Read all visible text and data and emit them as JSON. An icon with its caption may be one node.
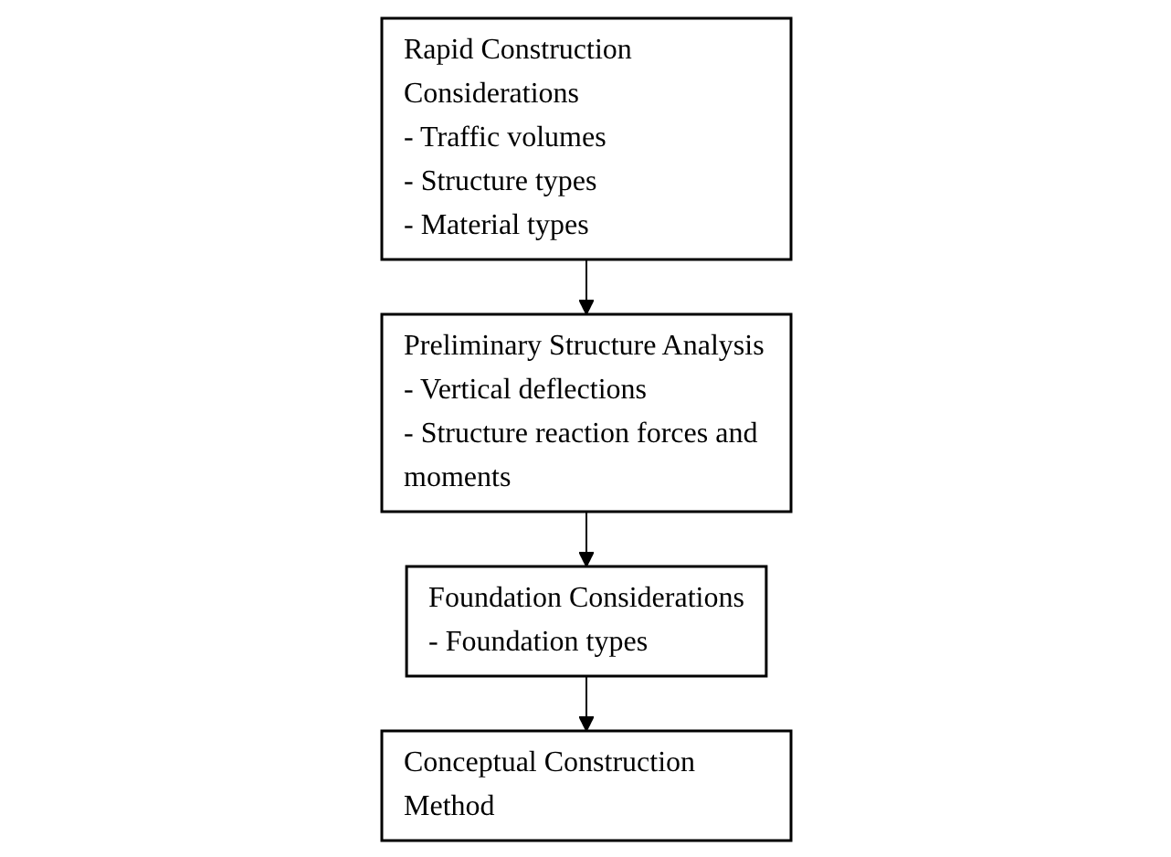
{
  "diagram": {
    "nodes": [
      {
        "text": [
          "Rapid Construction Considerations",
          "- Traffic volumes",
          "- Structure types",
          "- Material types"
        ]
      },
      {
        "text": [
          "Preliminary Structure Analysis",
          "- Vertical deflections",
          "- Structure reaction forces and moments"
        ]
      },
      {
        "text": [
          "Foundation Considerations",
          "- Foundation types"
        ]
      },
      {
        "text": [
          "Conceptual Construction Method"
        ]
      }
    ],
    "edges": [
      {
        "from": 0,
        "to": 1,
        "arrow": "to"
      },
      {
        "from": 1,
        "to": 2,
        "arrow": "to"
      },
      {
        "from": 2,
        "to": 3,
        "arrow": "to"
      }
    ]
  }
}
